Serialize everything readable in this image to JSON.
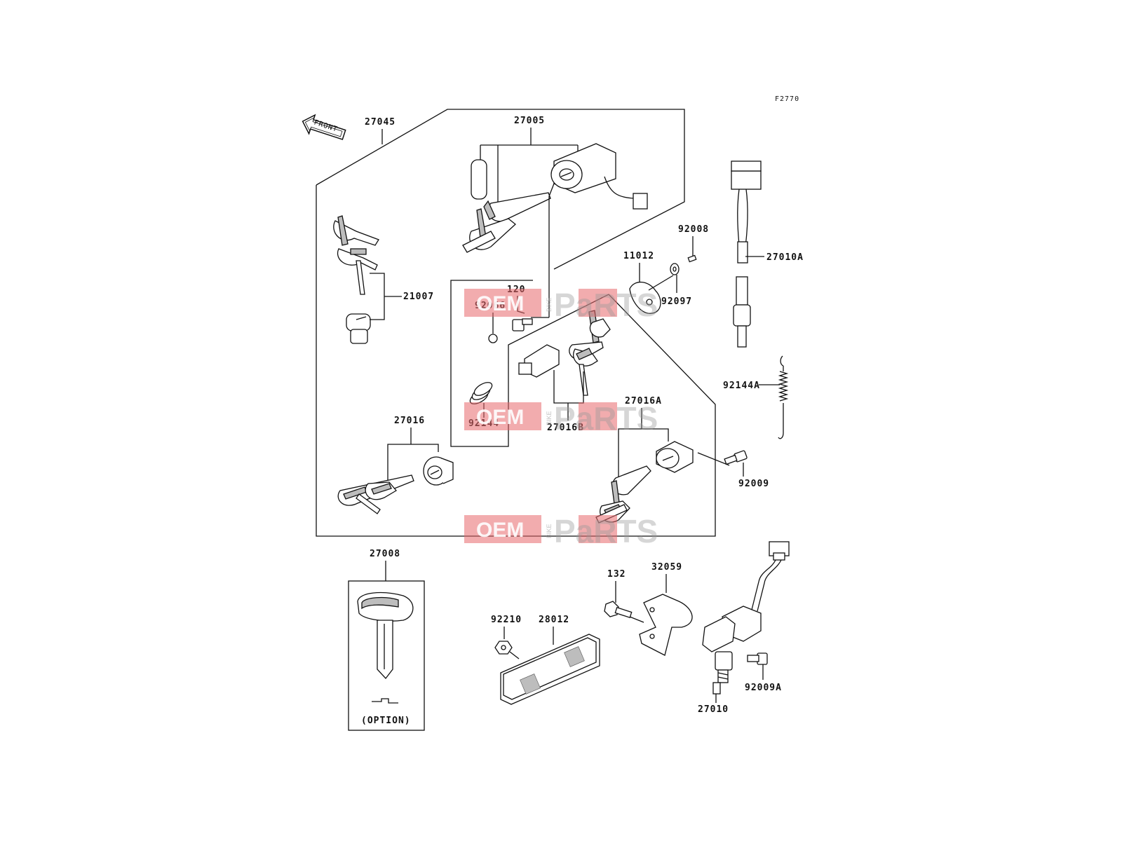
{
  "figure_code": "F2770",
  "front_label": "FRONT",
  "watermark": {
    "part1": "OEM",
    "part2": "BIKE",
    "part3": "PaRTS"
  },
  "parts": {
    "p27045": "27045",
    "p27005": "27005",
    "p21007": "21007",
    "p27010A": "27010A",
    "p92008": "92008",
    "p11012": "11012",
    "p92097": "92097",
    "p120": "120",
    "p92066": "92066",
    "p92144A": "92144A",
    "p92144": "92144",
    "p27016B": "27016B",
    "p27016A": "27016A",
    "p27016": "27016",
    "p92009": "92009",
    "p27008": "27008",
    "p132": "132",
    "p32059": "32059",
    "p92210": "92210",
    "p28012": "28012",
    "p92009A": "92009A",
    "p27010": "27010"
  },
  "option_label": "(OPTION)"
}
